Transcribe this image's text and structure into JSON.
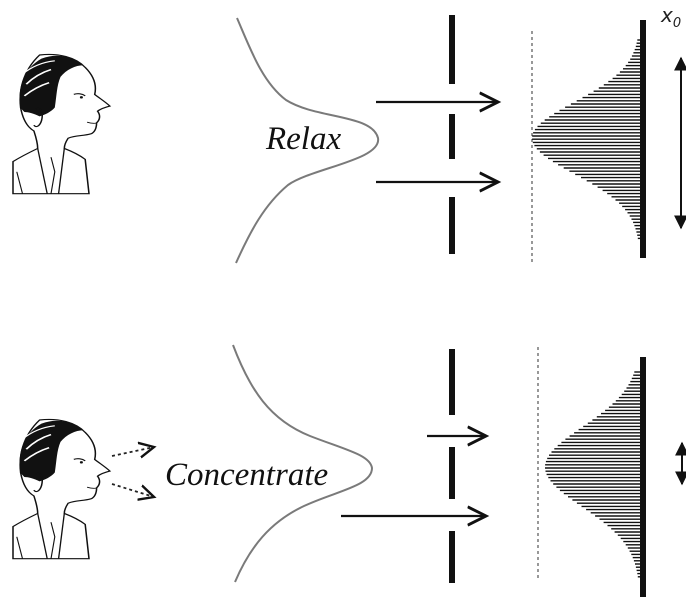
{
  "panels": [
    {
      "name": "relax",
      "label": "Relax"
    },
    {
      "name": "concentrate",
      "label": "Concentrate"
    }
  ],
  "axis_label": "x",
  "axis_subscript": "0",
  "colors": {
    "ink": "#111111",
    "curve": "#7a7a7a",
    "dashed": "#555555"
  },
  "icons": [
    "person-profile-icon",
    "gaze-arrow-icon",
    "wave-arrow-icon",
    "double-arrow-icon"
  ]
}
